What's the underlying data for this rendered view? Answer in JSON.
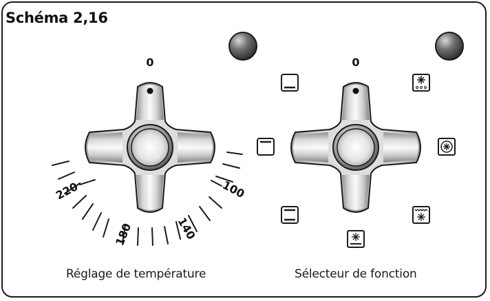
{
  "title": "Schéma 2,16",
  "left_knob": {
    "zero_label": "0",
    "scale_labels": [
      "220",
      "180",
      "140",
      "100"
    ],
    "caption": "Réglage de température"
  },
  "right_knob": {
    "zero_label": "0",
    "caption": "Sélecteur de fonction"
  },
  "colors": {
    "outline": "#1a1a1a",
    "lamp": "#555555"
  },
  "function_icons": [
    "bottom-heat-icon",
    "top-heat-icon",
    "top-bottom-heat-icon",
    "fan-bottom-heat-icon",
    "defrost-icon",
    "fan-icon",
    "grill-fan-icon"
  ]
}
